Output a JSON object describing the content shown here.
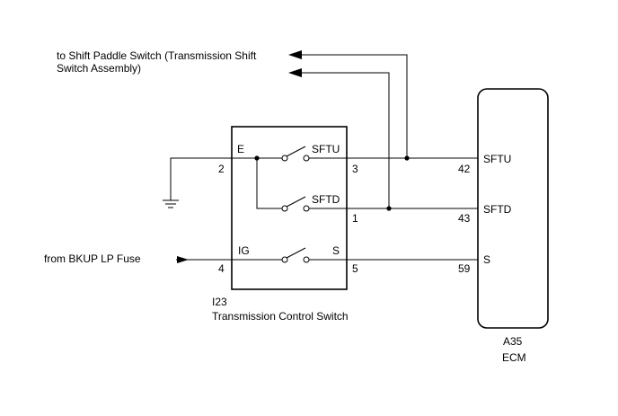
{
  "labels": {
    "shift_paddle_line1": "to Shift Paddle Switch (Transmission Shift",
    "shift_paddle_line2": "Switch Assembly)",
    "fuse": "from BKUP LP Fuse"
  },
  "control_switch": {
    "code": "I23",
    "name": "Transmission Control Switch",
    "terminals": {
      "e": "E",
      "ig": "IG",
      "sftu": "SFTU",
      "sftd": "SFTD",
      "s": "S",
      "pin_e": "2",
      "pin_ig": "4",
      "pin_sftu": "3",
      "pin_sftd": "1",
      "pin_s": "5"
    }
  },
  "ecm": {
    "code": "A35",
    "name": "ECM",
    "terminals": {
      "sftu": "SFTU",
      "sftd": "SFTD",
      "s": "S",
      "pin_sftu": "42",
      "pin_sftd": "43",
      "pin_s": "59"
    }
  }
}
